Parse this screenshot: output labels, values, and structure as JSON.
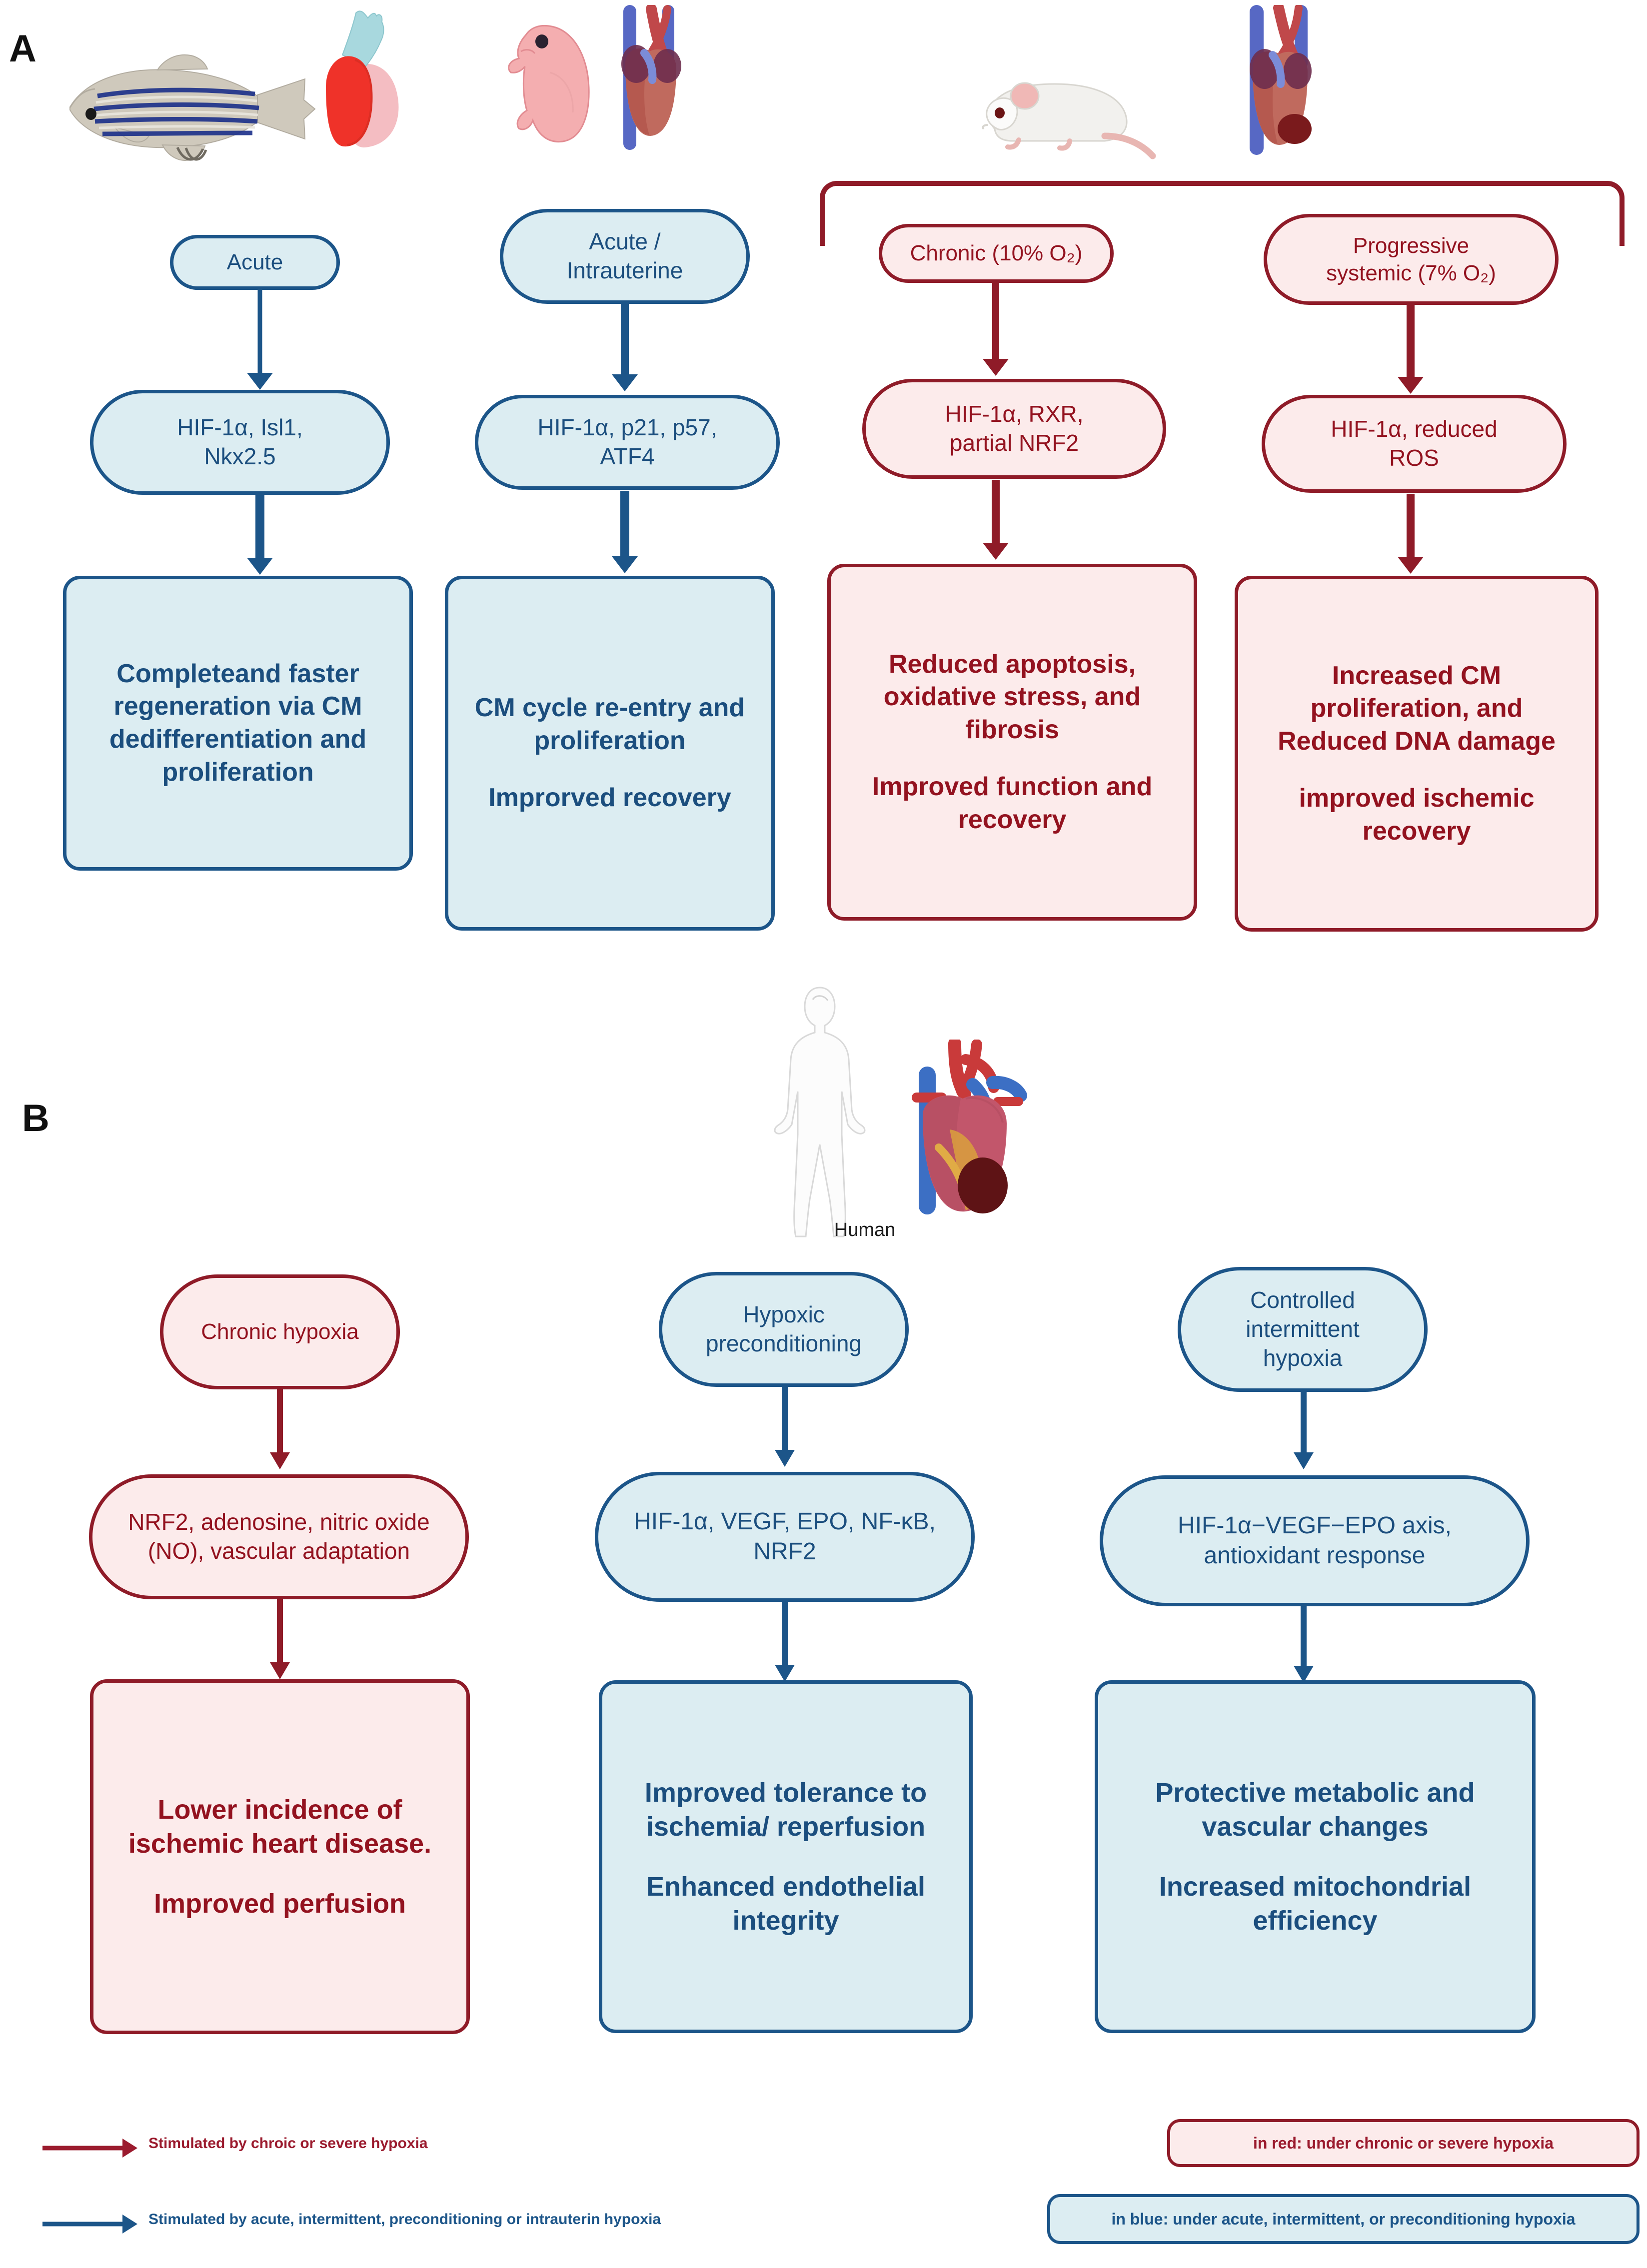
{
  "figure": {
    "panels": [
      {
        "letter": "A"
      },
      {
        "letter": "B"
      }
    ]
  },
  "panelA": {
    "organisms": [
      {
        "name": "zebrafish",
        "caption": ""
      },
      {
        "name": "neonatal-mouse",
        "caption": ""
      },
      {
        "name": "adult-mouse",
        "caption": ""
      }
    ],
    "columns": [
      {
        "color": "blue",
        "stimulus": "Acute",
        "mediators": "HIF-1α, Isl1,\nNkx2.5",
        "outcome_primary": "Completeand faster regeneration via CM dedifferentiation and proliferation",
        "outcome_secondary": ""
      },
      {
        "color": "blue",
        "stimulus": "Acute /\nIntrauterine",
        "mediators": "HIF-1α, p21, p57,\nATF4",
        "outcome_primary": "CM cycle re-entry and proliferation",
        "outcome_secondary": "Improrved recovery"
      },
      {
        "color": "red",
        "stimulus": "Chronic (10% O₂)",
        "mediators": "HIF-1α, RXR,\npartial NRF2",
        "outcome_primary": "Reduced apoptosis, oxidative stress, and fibrosis",
        "outcome_secondary": "Improved function and recovery"
      },
      {
        "color": "red",
        "stimulus": "Progressive\nsystemic (7% O₂)",
        "mediators": "HIF-1α, reduced\nROS",
        "outcome_primary": "Increased CM proliferation, and Reduced DNA damage",
        "outcome_secondary": "improved ischemic recovery"
      }
    ]
  },
  "panelB": {
    "organism_caption": "Human",
    "columns": [
      {
        "color": "red",
        "stimulus": "Chronic hypoxia",
        "mediators": "NRF2, adenosine, nitric oxide (NO), vascular adaptation",
        "outcome_primary": "Lower incidence of ischemic heart disease.",
        "outcome_secondary": "Improved perfusion"
      },
      {
        "color": "blue",
        "stimulus": "Hypoxic\npreconditioning",
        "mediators": "HIF-1α, VEGF, EPO, NF-κB, NRF2",
        "outcome_primary": "Improved tolerance to ischemia/ reperfusion",
        "outcome_secondary": "Enhanced endothelial integrity"
      },
      {
        "color": "blue",
        "stimulus": "Controlled\nintermittent\nhypoxia",
        "mediators": "HIF-1α−VEGF−EPO axis, antioxidant response",
        "outcome_primary": "Protective metabolic and vascular changes",
        "outcome_secondary": "Increased mitochondrial efficiency"
      }
    ]
  },
  "legend": {
    "arrows": [
      {
        "color": "red",
        "text": "Stimulated by chroic or severe hypoxia"
      },
      {
        "color": "blue",
        "text": "Stimulated by acute, intermittent, preconditioning or intrauterin hypoxia"
      }
    ],
    "keys": [
      {
        "color": "red",
        "text": "in red: under chronic or severe hypoxia"
      },
      {
        "color": "blue",
        "text": "in blue: under acute, intermittent, or preconditioning hypoxia"
      }
    ]
  },
  "colors": {
    "blue_border": "#1C5589",
    "blue_fill": "#DCEDF2",
    "blue_text": "#1B4E7E",
    "red_border": "#8F1B28",
    "red_fill": "#FCEBEB",
    "red_text": "#93121F"
  }
}
